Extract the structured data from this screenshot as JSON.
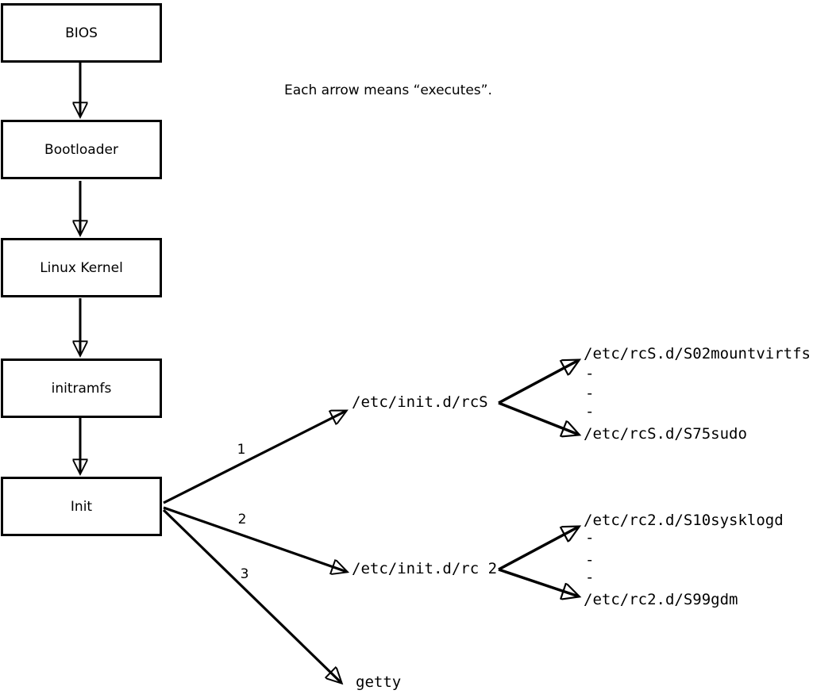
{
  "note": "Each arrow means “executes”.",
  "flow_boxes": [
    {
      "label": "BIOS"
    },
    {
      "label": "Bootloader"
    },
    {
      "label": "Linux Kernel"
    },
    {
      "label": "initramfs"
    },
    {
      "label": "Init"
    }
  ],
  "init_branches": [
    {
      "number": "1",
      "target": "/etc/init.d/rcS",
      "children": {
        "first": "/etc/rcS.d/S02mountvirtfs",
        "dashes": [
          "-",
          "-",
          "-"
        ],
        "last": "/etc/rcS.d/S75sudo"
      }
    },
    {
      "number": "2",
      "target": "/etc/init.d/rc 2",
      "children": {
        "first": "/etc/rc2.d/S10sysklogd",
        "dashes": [
          "-",
          "-",
          "-"
        ],
        "last": "/etc/rc2.d/S99gdm"
      }
    },
    {
      "number": "3",
      "target": "getty"
    }
  ],
  "colors": {
    "background": "#ffffff",
    "line": "#000000",
    "box_fill": "#ffffff",
    "box_border": "#000000",
    "text": "#000000"
  }
}
